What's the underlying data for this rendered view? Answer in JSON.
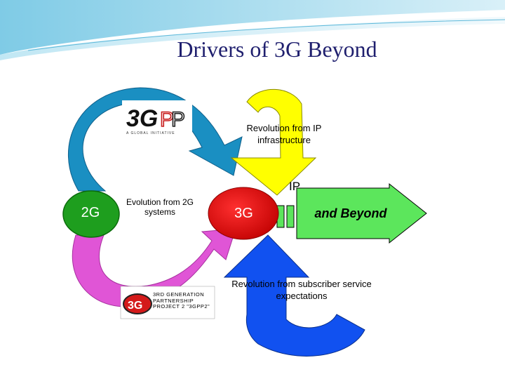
{
  "slide": {
    "title": "Drivers of 3G Beyond"
  },
  "diagram": {
    "revolution_ip": "Revolution from IP infrastructure",
    "ip_label": "IP",
    "evolution_2g": "Evolution from 2G systems",
    "node_2g": "2G",
    "node_3g": "3G",
    "beyond": "and Beyond",
    "revolution_subscriber": "Revolution from subscriber service expectations"
  },
  "logos": {
    "gpp": {
      "mark": "3GPP",
      "tagline": "A GLOBAL INITIATIVE"
    },
    "gpp2": {
      "mark": "3G",
      "text": "3RD GENERATION PARTNERSHIP PROJECT 2 \"3GPP2\""
    }
  },
  "colors": {
    "title": "#1f1f6e",
    "top_swoosh": "#9ed8ec",
    "top_arc": "#1a8fc2",
    "yellow_arrow": "#ffff00",
    "pink_arc": "#e055d6",
    "green_arrow": "#5ce65c",
    "blue_arrow": "#1151f0",
    "node_2g": "#1e9e1e",
    "node_3g": "#e0141e"
  }
}
